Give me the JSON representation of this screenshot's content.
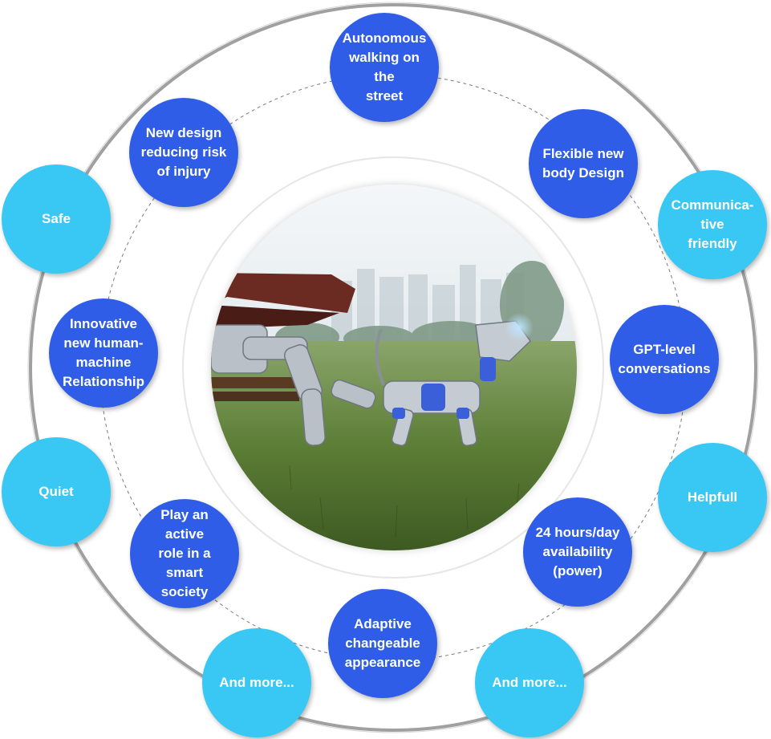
{
  "center_image": "robot dog and humanoid robot on a bench in a park with city skyline",
  "colors": {
    "inner_bubble": "#2f5de8",
    "outer_bubble": "#38c8f3",
    "outer_ring": "#9a9a9a",
    "dashed_ring": "#777777"
  },
  "inner_features": [
    {
      "id": "autonomous",
      "label": "Autonomous\nwalking on the\nstreet"
    },
    {
      "id": "flexible",
      "label": "Flexible new\nbody Design"
    },
    {
      "id": "gpt",
      "label": "GPT-level\nconversations"
    },
    {
      "id": "availability",
      "label": "24 hours/day\navailability\n(power)"
    },
    {
      "id": "adaptive",
      "label": "Adaptive\nchangeable\nappearance"
    },
    {
      "id": "smart-society",
      "label": "Play an active\nrole in a smart\nsociety"
    },
    {
      "id": "relationship",
      "label": "Innovative\nnew human-\nmachine\nRelationship"
    },
    {
      "id": "injury",
      "label": "New design\nreducing risk\nof injury"
    }
  ],
  "outer_features": [
    {
      "id": "communicative",
      "label": "Communica-\ntive\nfriendly"
    },
    {
      "id": "helpful",
      "label": "Helpfull"
    },
    {
      "id": "more-right",
      "label": "And more..."
    },
    {
      "id": "more-left",
      "label": "And more..."
    },
    {
      "id": "quiet",
      "label": "Quiet"
    },
    {
      "id": "safe",
      "label": "Safe"
    }
  ]
}
